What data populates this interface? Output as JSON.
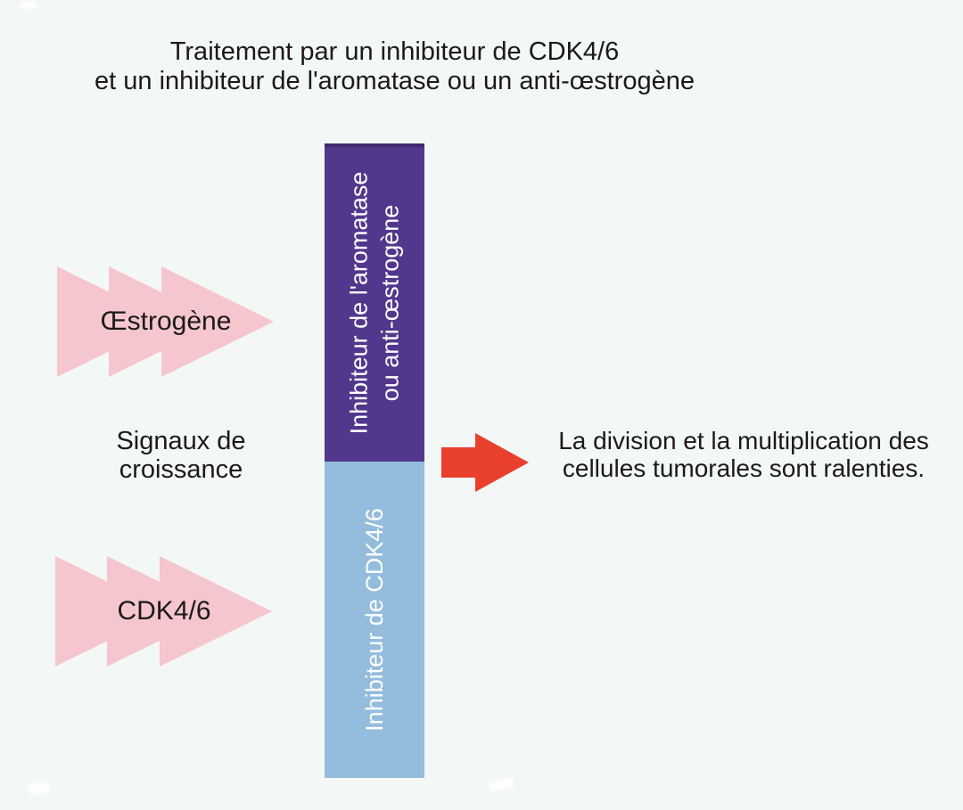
{
  "title": {
    "line1": "Traitement par un inhibiteur de CDK4/6",
    "line2": "et un inhibiteur de l'aromatase ou un anti-œstrogène"
  },
  "inputs": {
    "estrogen_label": "Œstrogène",
    "growth_signals_line1": "Signaux de",
    "growth_signals_line2": "croissance",
    "cdk_label": "CDK4/6"
  },
  "inhibitors": {
    "aromatase_line1": "Inhibiteur de l'aromatase",
    "aromatase_line2": "ou anti-œstrogène",
    "cdk46_label": "Inhibiteur de CDK4/6"
  },
  "outcome": {
    "line1": "La division et la multiplication des",
    "line2": "cellules tumorales sont ralenties."
  },
  "colors": {
    "background": "#F3F7F5",
    "pink_arrow": "#F6C6CE",
    "red_arrow": "#E8402C",
    "purple_bar": "#53378D",
    "blue_bar": "#94BCDC",
    "text": "#1A1A1A",
    "bar_text": "#FFFFFF"
  }
}
